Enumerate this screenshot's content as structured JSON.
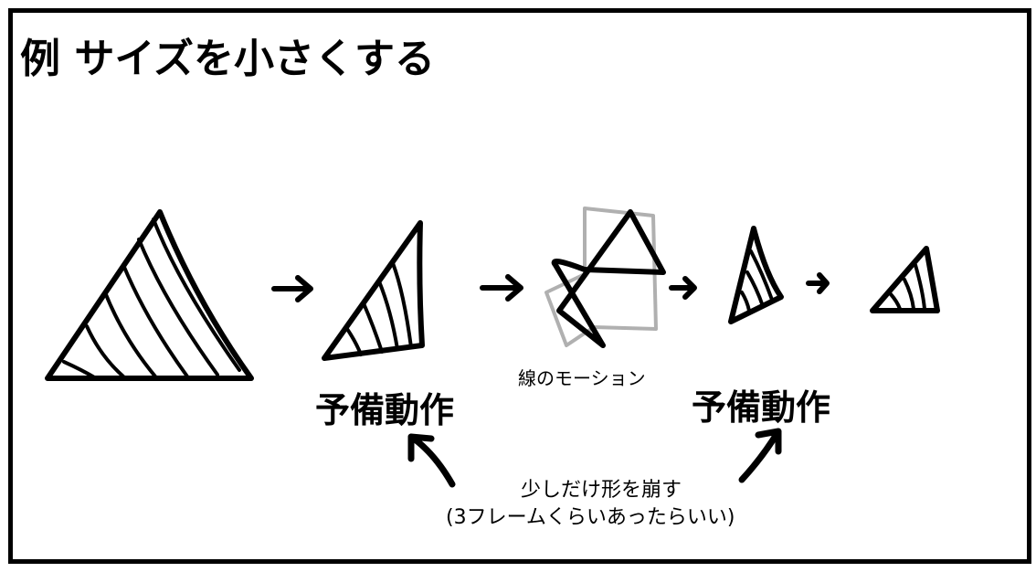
{
  "title": "例 サイズを小さくする",
  "labels": {
    "anticipation_left": "予備動作",
    "line_motion": "線のモーション",
    "anticipation_right": "予備動作",
    "note_line1": "少しだけ形を崩す",
    "note_line2": "(3フレームくらいあったらいい)"
  },
  "colors": {
    "ink": "#000000",
    "ghost": "#b0b0b0"
  }
}
